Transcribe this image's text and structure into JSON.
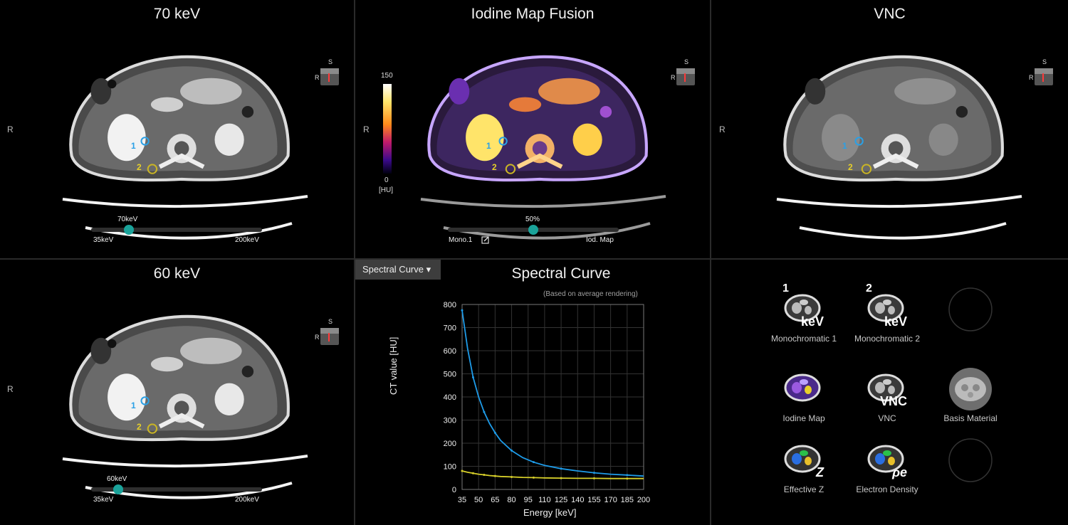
{
  "viewports": {
    "v70": {
      "title": "70 keV",
      "orient": "R",
      "cube_s": "S",
      "cube_r": "R",
      "slider_value": "70keV",
      "slider_min": "35keV",
      "slider_max": "200keV",
      "slider_fraction": 0.21
    },
    "iodine": {
      "title": "Iodine Map Fusion",
      "orient": "R",
      "cube_s": "S",
      "cube_r": "R",
      "colorbar_max": "150",
      "colorbar_min": "0",
      "colorbar_unit": "[HU]",
      "slider_value": "50%",
      "slider_left": "Mono.1",
      "slider_right": "Iod. Map",
      "slider_fraction": 0.5
    },
    "vnc": {
      "title": "VNC",
      "orient": "R",
      "cube_s": "S",
      "cube_r": "R"
    },
    "v60": {
      "title": "60 keV",
      "orient": "R",
      "cube_s": "S",
      "cube_r": "R",
      "slider_value": "60keV",
      "slider_min": "35keV",
      "slider_max": "200keV",
      "slider_fraction": 0.15
    }
  },
  "roi_labels": [
    "1",
    "2"
  ],
  "spectral": {
    "dropdown_label": "Spectral Curve ▾",
    "title": "Spectral Curve",
    "note": "(Based on average rendering)"
  },
  "chart_data": {
    "type": "line",
    "title": "Spectral Curve",
    "xlabel": "Energy [keV]",
    "ylabel": "CT value [HU]",
    "xlim": [
      35,
      200
    ],
    "ylim": [
      0,
      800
    ],
    "x_ticks": [
      35,
      50,
      65,
      80,
      95,
      110,
      125,
      140,
      155,
      170,
      185,
      200
    ],
    "y_ticks": [
      0,
      100,
      200,
      300,
      400,
      500,
      600,
      700,
      800
    ],
    "grid": true,
    "series": [
      {
        "color": "#1e9be8",
        "x": [
          35,
          40,
          45,
          50,
          55,
          60,
          65,
          70,
          80,
          90,
          100,
          110,
          125,
          140,
          155,
          170,
          185,
          200
        ],
        "y": [
          775,
          610,
          485,
          400,
          335,
          285,
          245,
          212,
          168,
          138,
          118,
          104,
          90,
          80,
          72,
          66,
          62,
          58
        ]
      },
      {
        "color": "#d8d02a",
        "x": [
          35,
          40,
          45,
          50,
          55,
          60,
          65,
          70,
          80,
          90,
          100,
          110,
          125,
          140,
          155,
          170,
          185,
          200
        ],
        "y": [
          80,
          74,
          70,
          66,
          63,
          60,
          58,
          56,
          54,
          52,
          51,
          50,
          49,
          48,
          48,
          47,
          47,
          47
        ]
      }
    ]
  },
  "tiles": [
    {
      "label": "Monochromatic 1",
      "icon": "monochromatic-1-icon",
      "number": "1",
      "tag": "keV"
    },
    {
      "label": "Monochromatic 2",
      "icon": "monochromatic-2-icon",
      "number": "2",
      "tag": "keV"
    },
    {
      "label": "",
      "icon": "empty-slot-icon"
    },
    {
      "label": "Iodine Map",
      "icon": "iodine-map-icon"
    },
    {
      "label": "VNC",
      "icon": "vnc-icon",
      "tag": "VNC"
    },
    {
      "label": "Basis Material",
      "icon": "basis-material-icon"
    },
    {
      "label": "Effective Z",
      "icon": "effective-z-icon",
      "tag": "Z"
    },
    {
      "label": "Electron Density",
      "icon": "electron-density-icon",
      "tag": "ρe"
    },
    {
      "label": "",
      "icon": "empty-slot-icon"
    }
  ],
  "colors": {
    "accent": "#1aa39a",
    "roi1": "#2aa0e6",
    "roi2": "#e6cf2a"
  }
}
